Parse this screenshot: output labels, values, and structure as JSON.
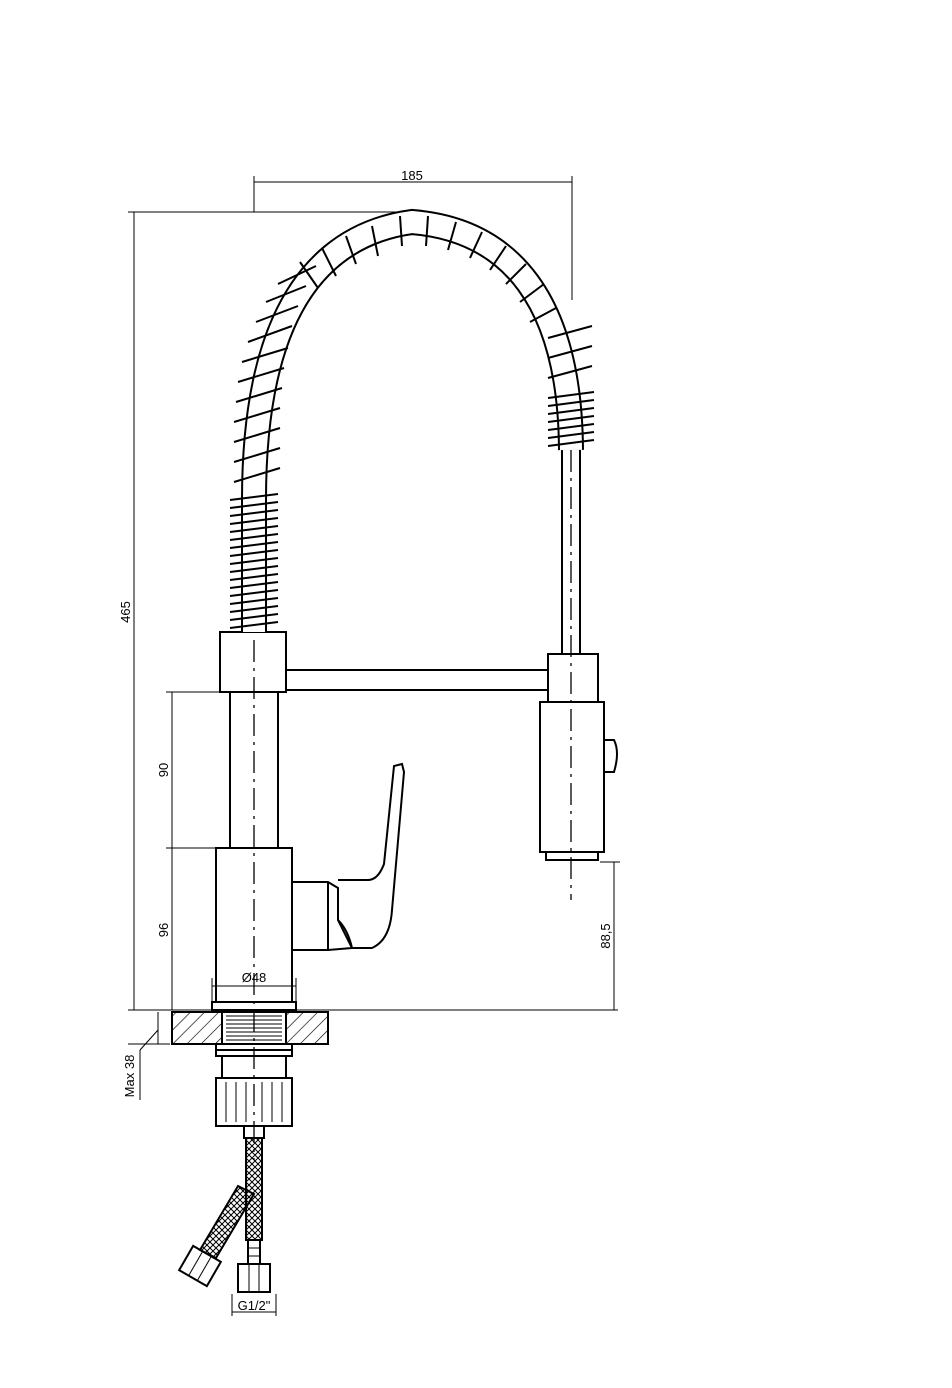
{
  "dimensions": {
    "width": "185",
    "height": "465",
    "upper": "90",
    "lower": "96",
    "diameter": "Ø48",
    "spray_height": "88,5",
    "max_thickness": "Max 38",
    "thread": "G1/2\""
  }
}
